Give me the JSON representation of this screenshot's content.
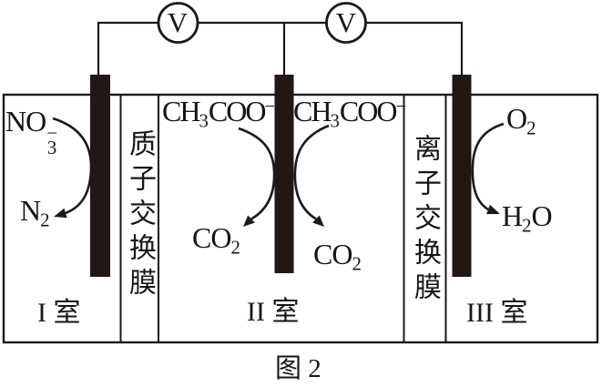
{
  "caption": "图 2",
  "voltmeters": [
    {
      "label": "V"
    },
    {
      "label": "V"
    }
  ],
  "membranes": [
    {
      "label": "质子交换膜"
    },
    {
      "label": "离子交换膜"
    }
  ],
  "chambers": [
    {
      "label": "I 室"
    },
    {
      "label": "II 室"
    },
    {
      "label": "III 室"
    }
  ],
  "species": {
    "nitrate": {
      "base": "NO",
      "charge": "−",
      "sub": "3"
    },
    "nitrogen": {
      "base": "N",
      "sub": "2"
    },
    "acetates": [
      {
        "pre": "CH",
        "sub": "3",
        "mid": "COO",
        "charge": "−"
      },
      {
        "pre": "CH",
        "sub": "3",
        "mid": "COO",
        "charge": "−"
      }
    ],
    "carbon_dioxides": [
      {
        "base": "CO",
        "sub": "2"
      },
      {
        "base": "CO",
        "sub": "2"
      }
    ],
    "oxygen": {
      "base": "O",
      "sub": "2"
    },
    "water": {
      "pre": "H",
      "sub": "2",
      "post": "O"
    }
  },
  "colors": {
    "line": "#1a1a1a",
    "electrode": "#221813",
    "background": "#ffffff"
  }
}
